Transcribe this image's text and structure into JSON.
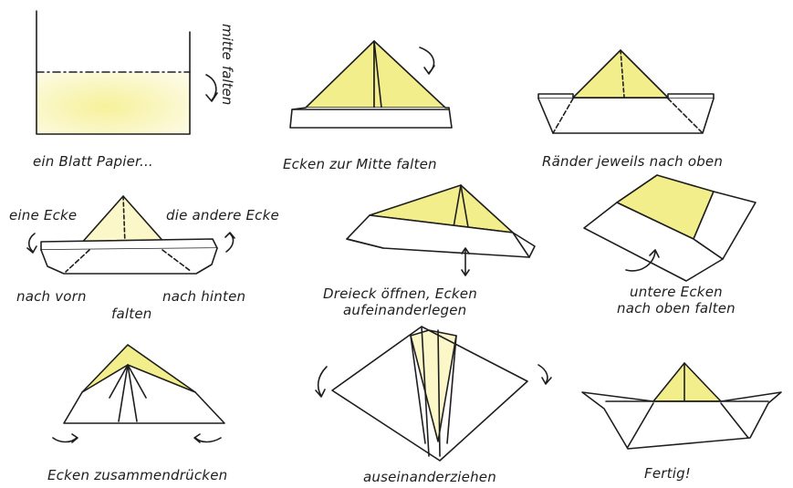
{
  "steps": [
    {
      "caption": "ein Blatt Papier...",
      "fold_label_1": "mitte",
      "fold_label_2": "falten"
    },
    {
      "caption": "Ecken zur Mitte falten"
    },
    {
      "caption": "Ränder jeweils nach oben"
    },
    {
      "label_left": "eine Ecke",
      "label_right": "die andere Ecke",
      "caption_left": "nach vorn",
      "caption_right": "nach hinten",
      "caption_center": "falten"
    },
    {
      "caption_1": "Dreieck öffnen, Ecken",
      "caption_2": "aufeinanderlegen"
    },
    {
      "caption_1": "untere Ecken",
      "caption_2": "nach oben falten"
    },
    {
      "caption": "Ecken zusammendrücken"
    },
    {
      "caption": "auseinanderziehen"
    },
    {
      "caption": "Fertig!"
    }
  ],
  "colors": {
    "paper_yellow": "#f3ee8c",
    "pale_yellow": "#fbf7c8",
    "ink": "#1e1e1e"
  },
  "icons": [
    "fold-arrow-icon",
    "dashed-fold-line-icon",
    "double-arrow-icon"
  ]
}
